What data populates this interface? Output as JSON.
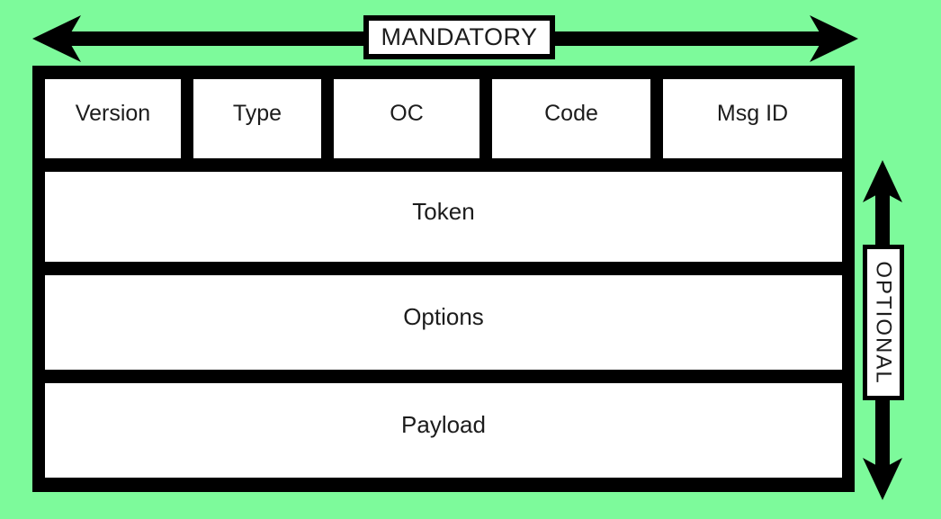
{
  "diagram": {
    "mandatory_label": "MANDATORY",
    "optional_label": "OPTIONAL",
    "header_fields": [
      {
        "label": "Version"
      },
      {
        "label": "Type"
      },
      {
        "label": "OC"
      },
      {
        "label": "Code"
      },
      {
        "label": "Msg ID"
      }
    ],
    "rows": [
      {
        "label": "Token"
      },
      {
        "label": "Options"
      },
      {
        "label": "Payload"
      }
    ],
    "colors": {
      "background": "#7DFA9B",
      "frame": "#000000",
      "cell_fill": "#FFFFFF",
      "text": "#1C1C1C"
    }
  }
}
